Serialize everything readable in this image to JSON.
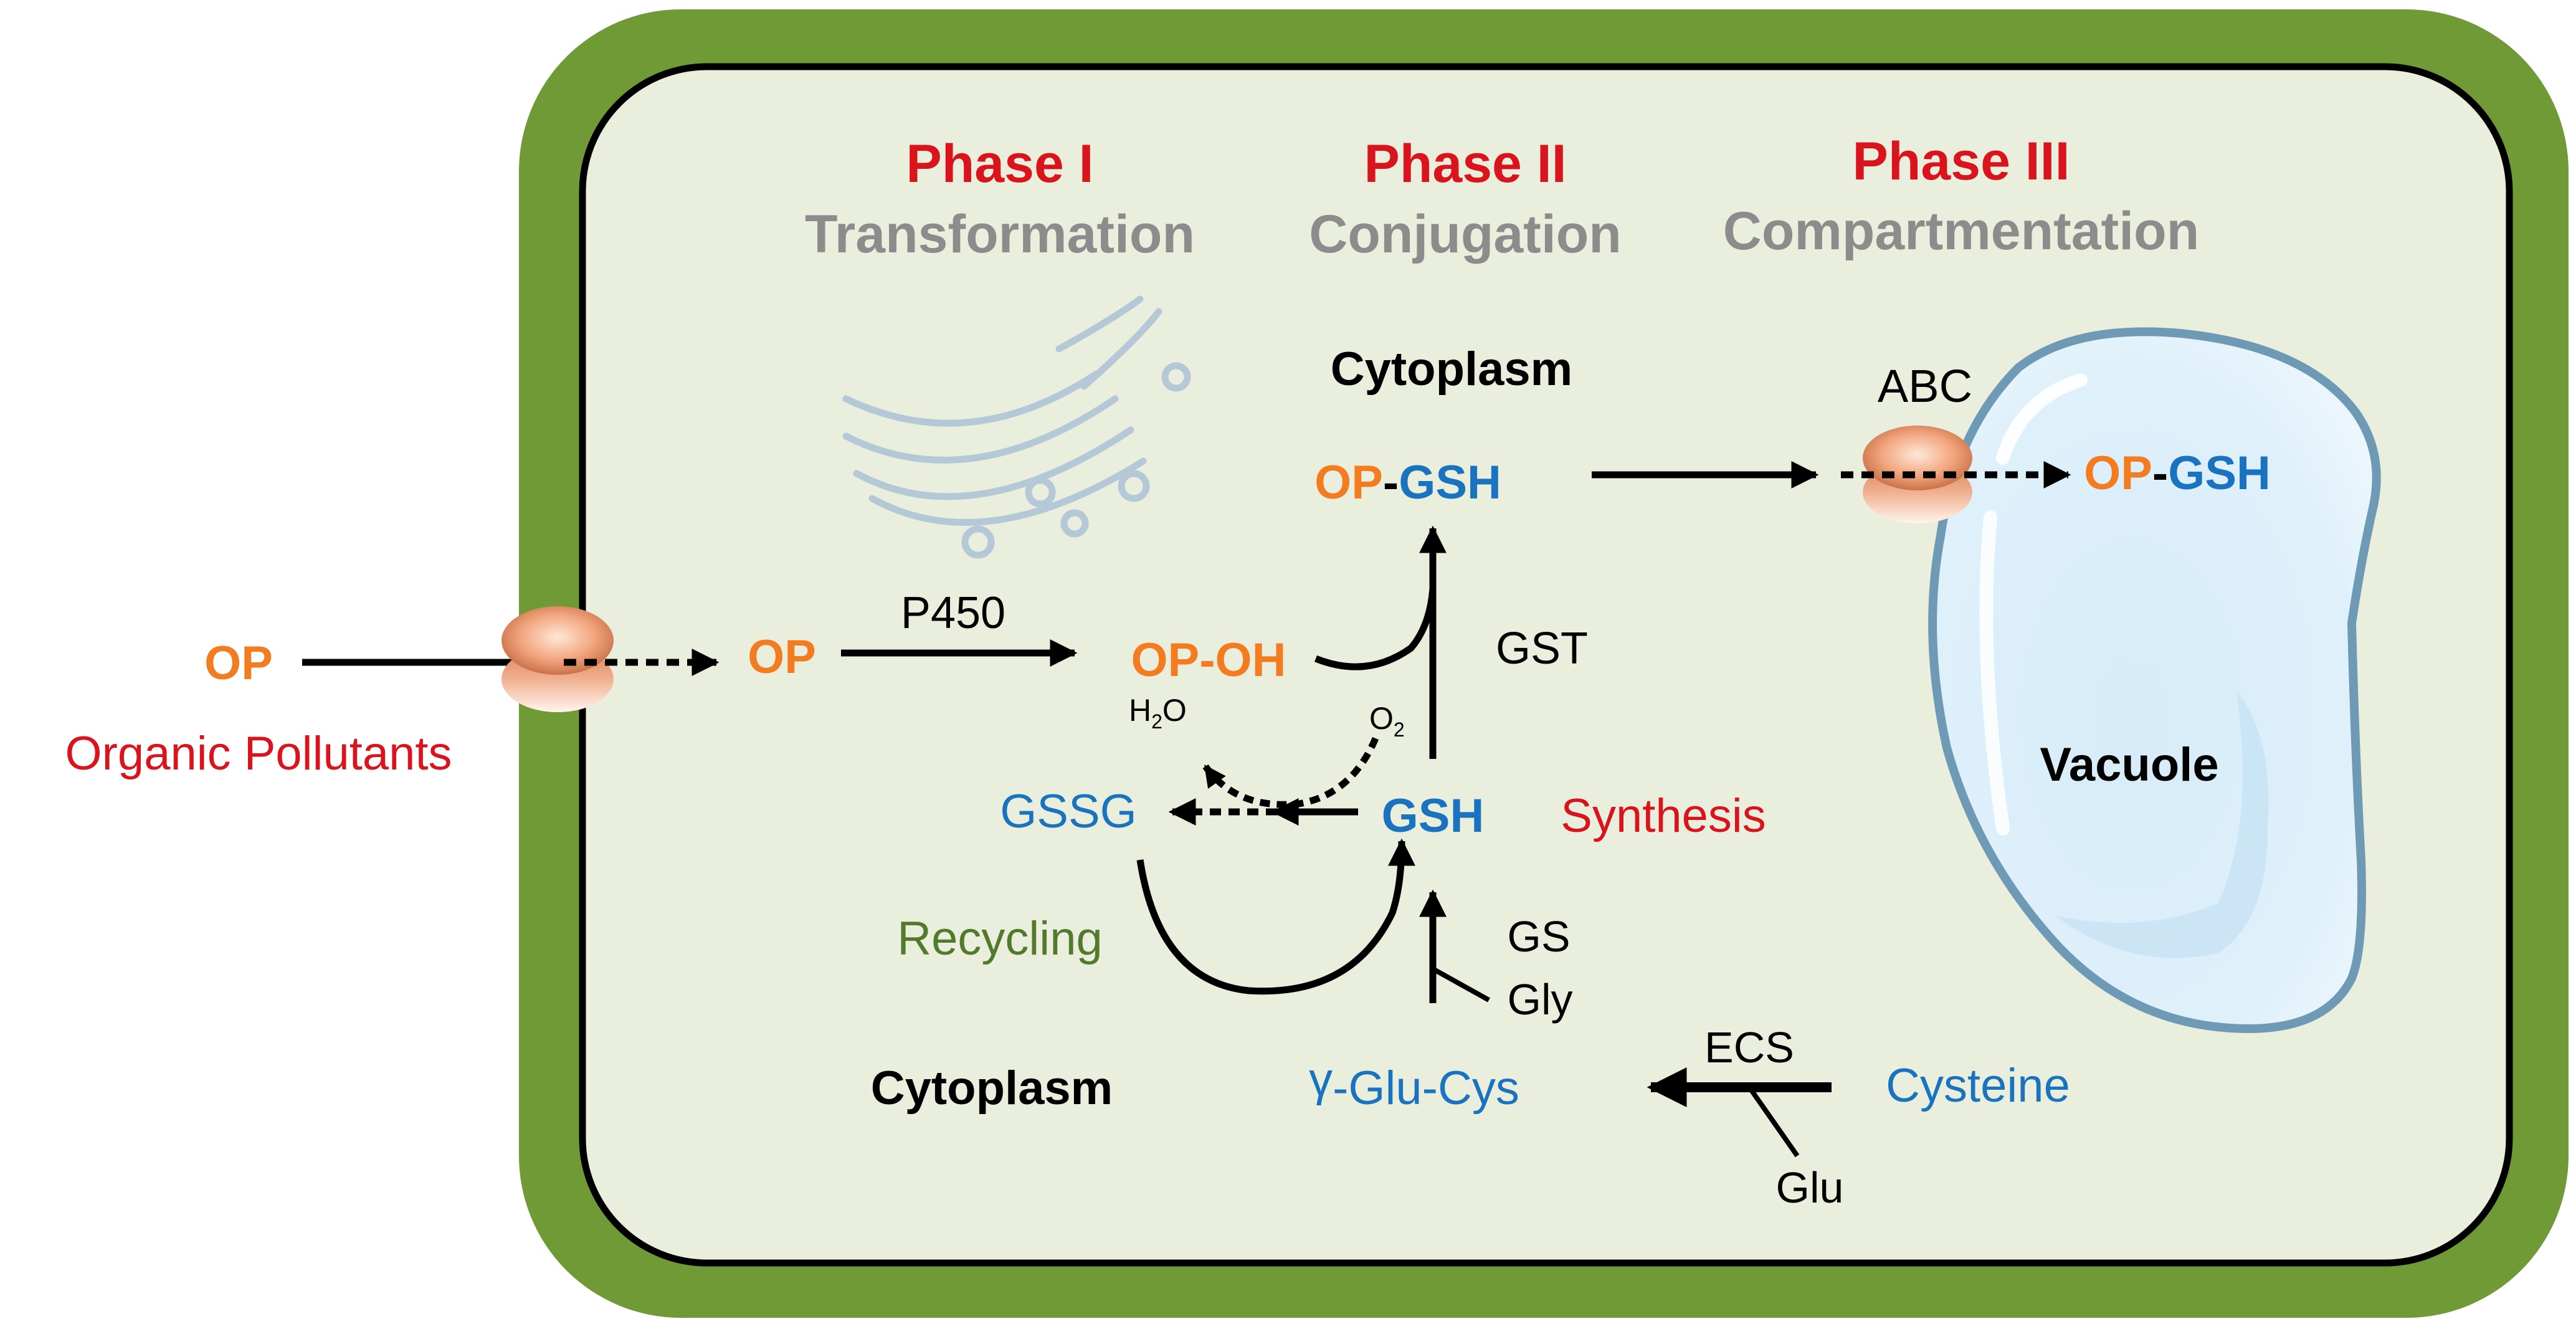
{
  "phases": [
    {
      "name": "Phase I",
      "subtitle": "Transformation"
    },
    {
      "name": "Phase II",
      "subtitle": "Conjugation"
    },
    {
      "name": "Phase III",
      "subtitle": "Compartmentation"
    }
  ],
  "external": {
    "op": "OP",
    "label": "Organic Pollutants"
  },
  "cytoplasm_label": "Cytoplasm",
  "vacuole_label": "Vacuole",
  "nodes": {
    "op_inside": "OP",
    "op_oh": "OP-OH",
    "op": "OP",
    "dash": "-",
    "gsh": "GSH",
    "gssg": "GSSG",
    "gamma": "γ",
    "glu_cys": "-Glu-Cys",
    "cysteine": "Cysteine"
  },
  "enzymes": {
    "p450": "P450",
    "gst": "GST",
    "abc": "ABC",
    "gs": "GS",
    "gly": "Gly",
    "ecs": "ECS",
    "glu": "Glu"
  },
  "molecules": {
    "h2o_h": "H",
    "h2o_sub": "2",
    "h2o_o": "O",
    "o2_o": "O",
    "o2_sub": "2"
  },
  "processes": {
    "synthesis": "Synthesis",
    "recycling": "Recycling"
  },
  "colors": {
    "cell_wall": "#6f9a36",
    "cytoplasm_fill": "#e9efdc",
    "phase_red": "#d9141c",
    "subtitle_gray": "#8c8c8c",
    "op_orange": "#f47c20",
    "gsh_blue": "#1a73bf",
    "recycling_green": "#527a2a",
    "vacuole_fill": "#d3ebf8",
    "vacuole_outline": "#6f9ab5"
  },
  "icons": [
    "golgi-icon",
    "transporter-icon"
  ]
}
